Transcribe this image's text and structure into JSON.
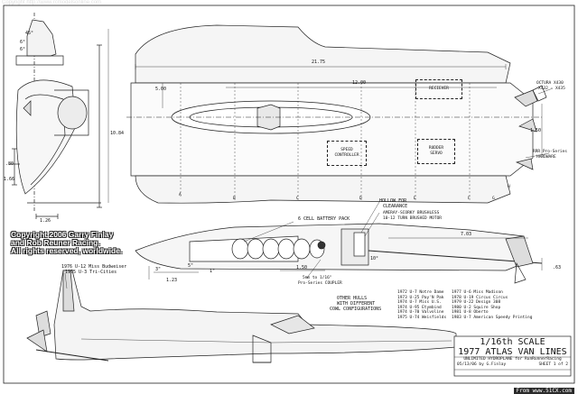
{
  "header": {
    "watermark_url": "Copyright http://www.rcmodelsonline.com"
  },
  "footer": {
    "site": "From www.51CX.com"
  },
  "copyright": {
    "line1": "Copyright 2006 Garry Finlay",
    "line2": "and Rob Reuner Racing.",
    "line3": "All rights reserved, worldwide."
  },
  "top_view": {
    "dim_length": "21.75",
    "dim_inner": "12.00",
    "dim_width": "5.00",
    "dim_height": "10.84",
    "dim_small": "1.50",
    "reciever": "RECIEVER",
    "speed_controller_1": "SPEED",
    "speed_controller_2": "CONTROLLER",
    "rudder_servo_1": "RUDDER",
    "rudder_servo_2": "SERVO",
    "octura_1": "OCTURA X430",
    "octura_2": "X432 - X435",
    "rrr_1": "RRR Pro-Series",
    "rrr_2": "HARDWARE",
    "sec_a": "A",
    "sec_b": "B",
    "sec_c": "C",
    "sec_d": "D",
    "sec_e": "E",
    "sec_f": "F",
    "sec_g": "G",
    "sec_h": "H"
  },
  "front_view": {
    "angle_45": "45°",
    "angle_6a": "6°",
    "angle_6b": "6°",
    "dim_80": ".80",
    "dim_166": "1.66",
    "dim_126": "1.26"
  },
  "side_view": {
    "hollow_1": "HOLLOW FOR",
    "hollow_2": "CLEARANCE",
    "motor_1": "AMERAY-SCORKY BRUSHLESS",
    "motor_2": "10-12 TURN BRUSHED MOTOR",
    "battery": "6 CELL BATTERY PACK",
    "coupler_1": "5mm to 1/16\"",
    "coupler_2": "Pro-Series COUPLER",
    "dim_703": "7.03",
    "dim_150": "1.50",
    "dim_123": "1.23",
    "dim_63": ".63",
    "dim_1": "1\"",
    "dim_5": "5\"",
    "dim_3": "3\"",
    "angle_10": "10°"
  },
  "variants": {
    "line1": "1976 U-12 Miss Budweiser",
    "line2": "1975 U-3  Tri-Cities",
    "other_hulls_1": "OTHER HULLS",
    "other_hulls_2": "WITH DIFFERENT",
    "other_hulls_3": "COWL CONFIGURATIONS",
    "list_left": [
      "1972 U-7  Notre Dame",
      "1973 U-25 Pay'N Pak",
      "1974 U-7  Miss U.S.",
      "1974 U-95 Etymbind",
      "1974 U-70 Valvoline",
      "1975 U-74 Weisfields"
    ],
    "list_right": [
      "1977 U-6  Miss Madison",
      "1978 U-19 Circus Circus",
      "1979 U-22 Design 308",
      "1980 U-2  Squire Shop",
      "1981 U-8  Oberto",
      "1983 U-7  American Speedy Printing"
    ]
  },
  "title_block": {
    "scale": "1/16th SCALE",
    "name": "1977 ATLAS VAN LINES",
    "subtitle": "UNLIMITED HYDROPLANE for RunRunnerRacing",
    "date": "05/13/06 by G.Finlay",
    "sheet": "SHEET 1 of 2"
  }
}
